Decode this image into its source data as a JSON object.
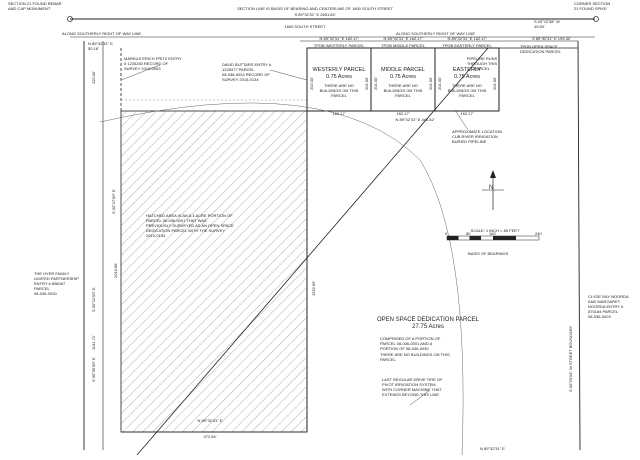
{
  "document": {
    "section_corner_left": "SECTION 21 FOUND REBAR\nAND CAP MONUMENT",
    "section_corner_right": "CORNER SECTION\n21 FOUND SPIKE",
    "section_line_note": "SECTION LINE IS BASIS OF BEARING AND CENTERLINE OF 1600 SOUTH STREET",
    "top_bearing": "S 89°32'31\" E   2651.83'",
    "street_name": "1600 SOUTH STREET",
    "row_left": "ALONG SOUTHERLY RIGHT OF WAY LINE",
    "row_right": "ALONG SOUTHERLY RIGHT OF WAY LINE",
    "nw_bearing": "N 89°32'31\" E\n50.16'",
    "ne_bearing": "S 00°12'38\" W\n49.50'",
    "ne_bearing2": "S 89°32'31\" E  193.32'",
    "seg_bearing_1": "N 89°32'31\" E  162.17'",
    "seg_bearing_2": "N 89°32'31\" E  162.17'",
    "seg_bearing_3": "N 89°32'31\" E  162.17'",
    "tpob_1": "TPOB WESTERLY PARCEL",
    "tpob_2": "TPOB MIDDLE PARCEL",
    "tpob_3": "TPOB EASTERLY PARCEL",
    "tpob_4": "TPOB OPEN SPACE\nDEDICATION PARCEL",
    "markus_entry": "MARKUS ERICH FRITZ ENTRY\n# 1235283 RECORD OF\nSURVEY 2019-0063",
    "david_entry": "DAVID BUTTARS ENTRY #\n1228377 PARCEL\n08-036-0004 RECORD OF\nSURVEY 2015-0134",
    "westerly_title": "WESTERLY PARCEL\n0.75 Acres",
    "westerly_note": "THERE ARE NO\nBUILDINGS ON THIS\nPARCEL",
    "middle_title": "MIDDLE PARCEL\n0.75 Acres",
    "middle_note": "THERE ARE NO\nBUILDINGS ON THIS\nPARCEL",
    "easterly_title": "EASTERLY\n0.75 Acres",
    "pipeline_note": "PIPELINE RUNS\nTHROUGH THIS\nPARCEL",
    "easterly_note": "THERE ARE NO\nBUILDINGS ON THIS\nPARCEL",
    "bottom_dim_1": "162.17'",
    "bottom_dim_2": "162.17'",
    "bottom_dim_3": "162.17'",
    "bottom_bearing": "N 89°32'31\" E  446.52'",
    "approx_location": "APPROXIMATE LOCATION\nCUB RIVER IRRIGATION\nBURIED PIPELINE",
    "hatched_note": "HATCHED AREA IS AN 8.4 ACRE PORTION OF\nPARCEL 08-036-0001 THAT WAS\nPREVIOUSLY SURVEYED AS AN OPEN SPACE\nDEDICATION PARCEL WITH THE SURVEY\n2019-0134",
    "hyer_entry": "THE HYER FAMILY\nLIMITED PARTNERSHIP\nENTRY # 898067\nPARCEL\n08-036-0030",
    "clyde_entry": "CLYDE RAY NOORDA\nAND MARGARET\nNOORDA ENTRY #\n870184 PARCEL\n08-036-0003",
    "open_space_title": "OPEN SPACE DEDICATION PARCEL\n27.75 Acres",
    "open_space_note": "COMPRISED OF A PORTION OF\nPARCEL 08-036-0001 AND A\nPORTION OF 08-036-0030",
    "open_space_note2": "THERE ARE NO BUILDINGS ON THIS\nPARCEL",
    "last_regular": "LAST REGULAR DRIVE TIRE OF\nPIVOT IRRIGATION SYSTEM\nWITH CORNER MACHINE THAT\nEXTENDS BEYOND THIS LINE",
    "bottom_left_bearing": "N 89°32'31\" E",
    "bottom_left_dim": "472.84'",
    "bottom_right_bearing": "N 89°32'31\" E",
    "scale_title": "SCALE: 1 INCH = 80 FEET",
    "scale_ticks": [
      "0",
      "80",
      "160",
      "240"
    ],
    "basis_label": "BASIS OF BEARINGS",
    "north_label": "N",
    "west_line_1": "S 00°17'00\" E",
    "west_line_2": "S 00°12'00\" E",
    "west_line_3": "S 00°35'00\" E",
    "east_line": "S 00°20'04\" W  STREET BOUNDARY",
    "vert_dim_1": "120.00'",
    "vert_dim_2": "202.00'",
    "vert_dim_3": "201.00'",
    "vert_dim_4": "201.00'",
    "vert_dim_5": "201.00'",
    "vert_dim_6": "201.00'",
    "vert_dim_7": "201.00'",
    "vert_dim_long": "2019.88'",
    "vert_dim_west": "1141.71'",
    "vert_dim_mid": "1552.95'"
  }
}
